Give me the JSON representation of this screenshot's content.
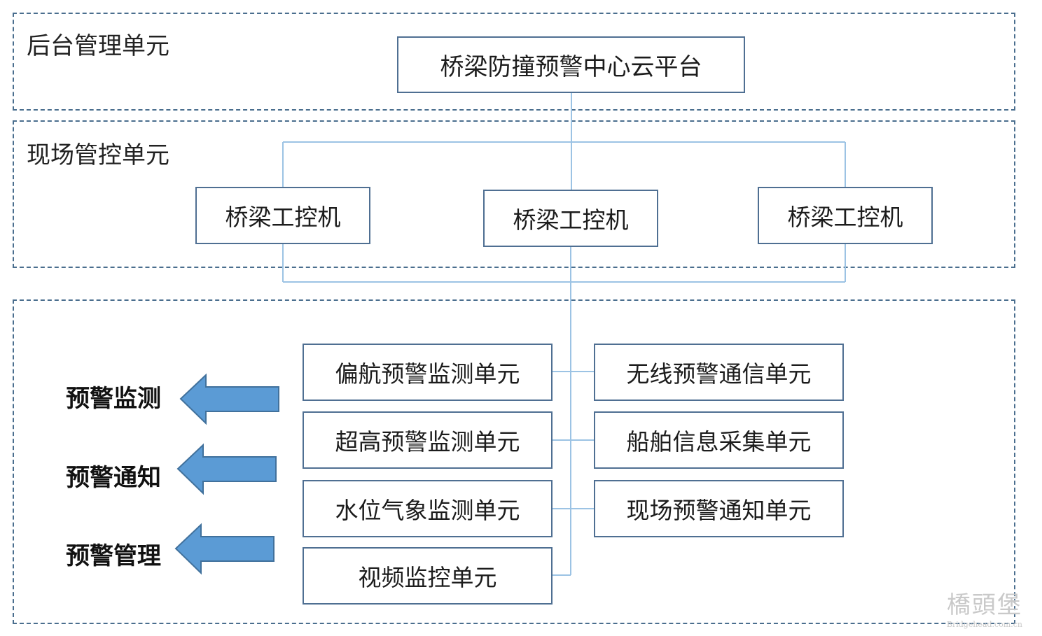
{
  "zones": {
    "backend": {
      "label": "后台管理单元"
    },
    "site": {
      "label": "现场管控单元"
    }
  },
  "platform": {
    "label": "桥梁防撞预警中心云平台"
  },
  "controllers": [
    {
      "label": "桥梁工控机"
    },
    {
      "label": "桥梁工控机"
    },
    {
      "label": "桥梁工控机"
    }
  ],
  "monitor_units": [
    {
      "label": "偏航预警监测单元"
    },
    {
      "label": "超高预警监测单元"
    },
    {
      "label": "水位气象监测单元"
    },
    {
      "label": "视频监控单元"
    }
  ],
  "comm_units": [
    {
      "label": "无线预警通信单元"
    },
    {
      "label": "船舶信息采集单元"
    },
    {
      "label": "现场预警通知单元"
    }
  ],
  "functions": [
    {
      "label": "预警监测"
    },
    {
      "label": "预警通知"
    },
    {
      "label": "预警管理"
    }
  ],
  "watermark": {
    "text": "橋頭堡",
    "url": "Bridgehead.com.cn"
  },
  "colors": {
    "zone_border": "#4a6e8e",
    "box_border": "#4f6f92",
    "connector": "#9cc3e4",
    "arrow_fill": "#5b9bd5",
    "arrow_stroke": "#41719c"
  }
}
